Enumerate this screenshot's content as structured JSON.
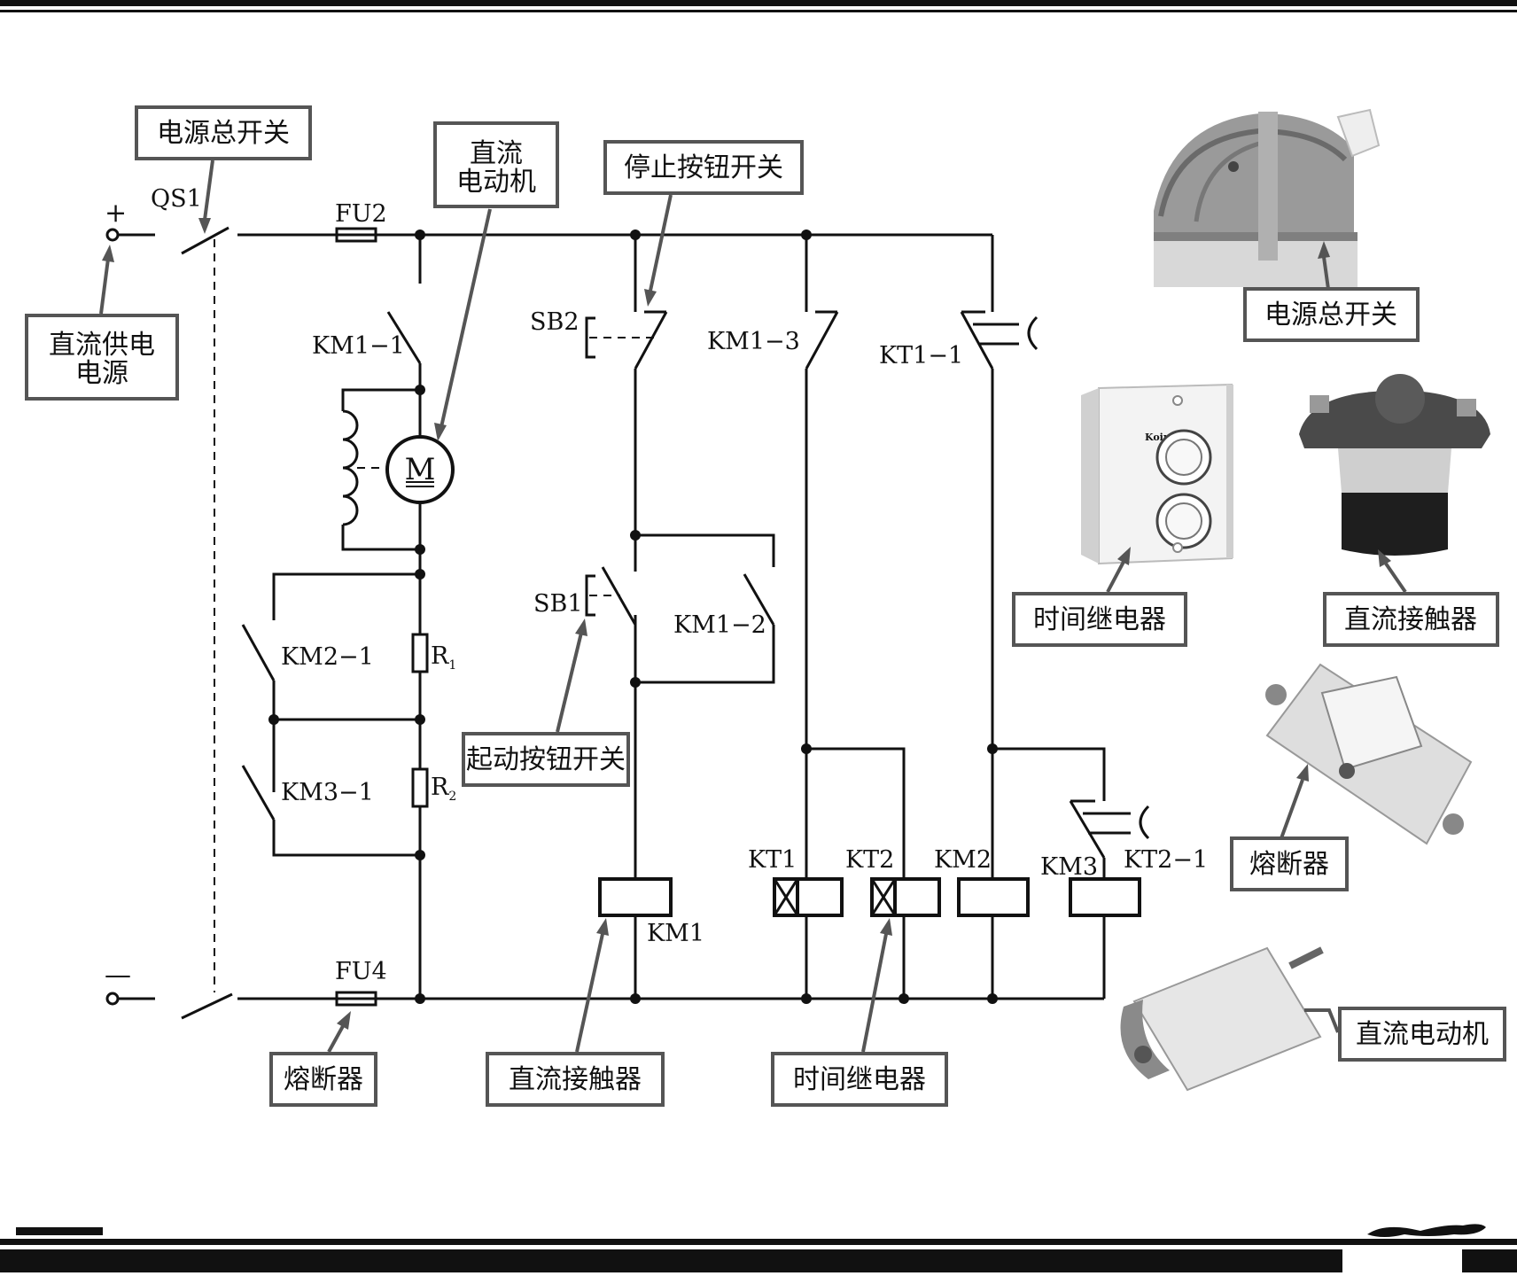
{
  "labels": {
    "plus": "+",
    "minus": "—",
    "qs1": "QS1",
    "fu2": "FU2",
    "fu4": "FU4",
    "km1_1": "KM1−1",
    "km1_2": "KM1−2",
    "km1_3": "KM1−3",
    "km2_1": "KM2−1",
    "km3_1": "KM3−1",
    "kt1_1": "KT1−1",
    "kt2_1": "KT2−1",
    "sb1": "SB1",
    "sb2": "SB2",
    "r1": "R",
    "r1_sub": "1",
    "r2": "R",
    "r2_sub": "2",
    "motor": "M",
    "km1": "KM1",
    "kt1": "KT1",
    "kt2": "KT2",
    "km2": "KM2",
    "km3": "KM3"
  },
  "callouts": {
    "main_switch": "电源总开关",
    "dc_motor_line1": "直流",
    "dc_motor_line2": "电动机",
    "stop_button": "停止按钮开关",
    "dc_supply_line1": "直流供电",
    "dc_supply_line2": "电源",
    "start_button": "起动按钮开关",
    "fuse": "熔断器",
    "dc_contactor": "直流接触器",
    "time_relay": "时间继电器"
  },
  "photo_captions": {
    "main_switch": "电源总开关",
    "time_relay": "时间继电器",
    "dc_contactor": "直流接触器",
    "fuse": "熔断器",
    "dc_motor": "直流电动机"
  },
  "relay_label": "Koino",
  "colors": {
    "line": "#111111",
    "callout_border": "#555555"
  }
}
